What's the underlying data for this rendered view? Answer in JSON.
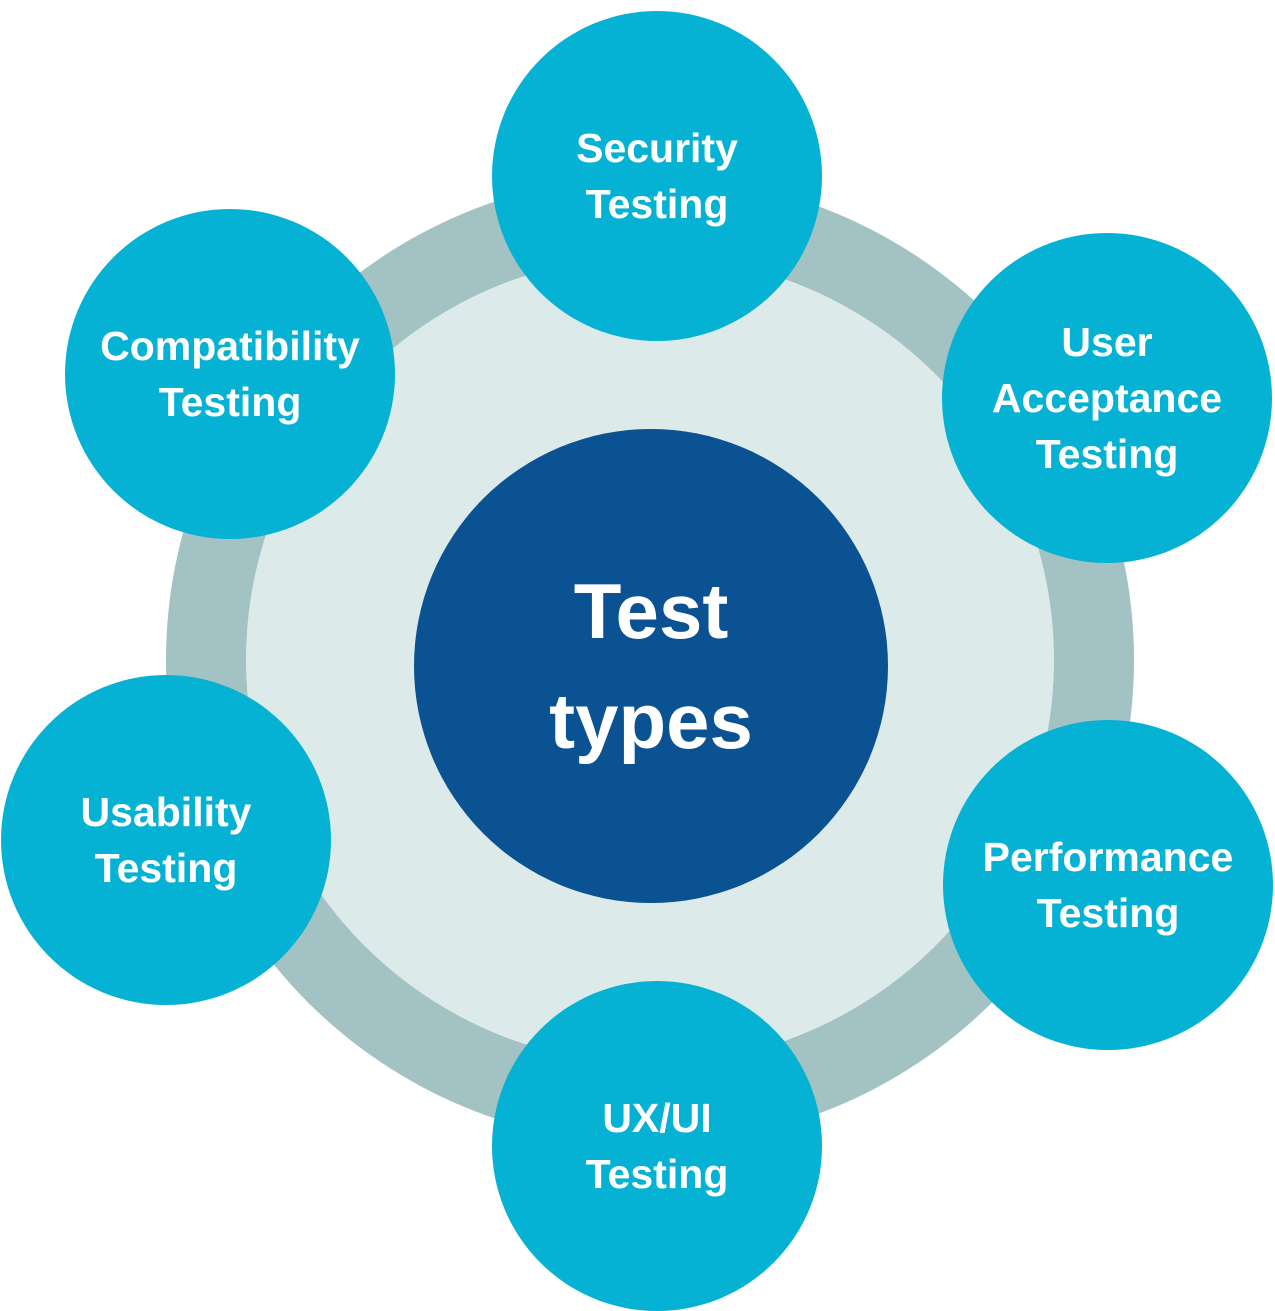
{
  "title": "Test types",
  "center": {
    "lines": [
      "Test",
      "types"
    ]
  },
  "satellites": [
    {
      "id": "security-testing",
      "lines": [
        "Security",
        "Testing"
      ]
    },
    {
      "id": "user-acceptance-testing",
      "lines": [
        "User",
        "Acceptance",
        "Testing"
      ]
    },
    {
      "id": "performance-testing",
      "lines": [
        "Performance",
        "Testing"
      ]
    },
    {
      "id": "ux-ui-testing",
      "lines": [
        "UX/UI",
        "Testing"
      ]
    },
    {
      "id": "usability-testing",
      "lines": [
        "Usability",
        "Testing"
      ]
    },
    {
      "id": "compatibility-testing",
      "lines": [
        "Compatibility",
        "Testing"
      ]
    }
  ],
  "colors": {
    "satellite_cyan": "#06b2d4",
    "hub_blue": "#0a5291",
    "ring_stroke": "#a3c2c3",
    "ring_fill": "#dcebe9",
    "label_text": "#ffffff",
    "page_background": "#ffffff"
  }
}
